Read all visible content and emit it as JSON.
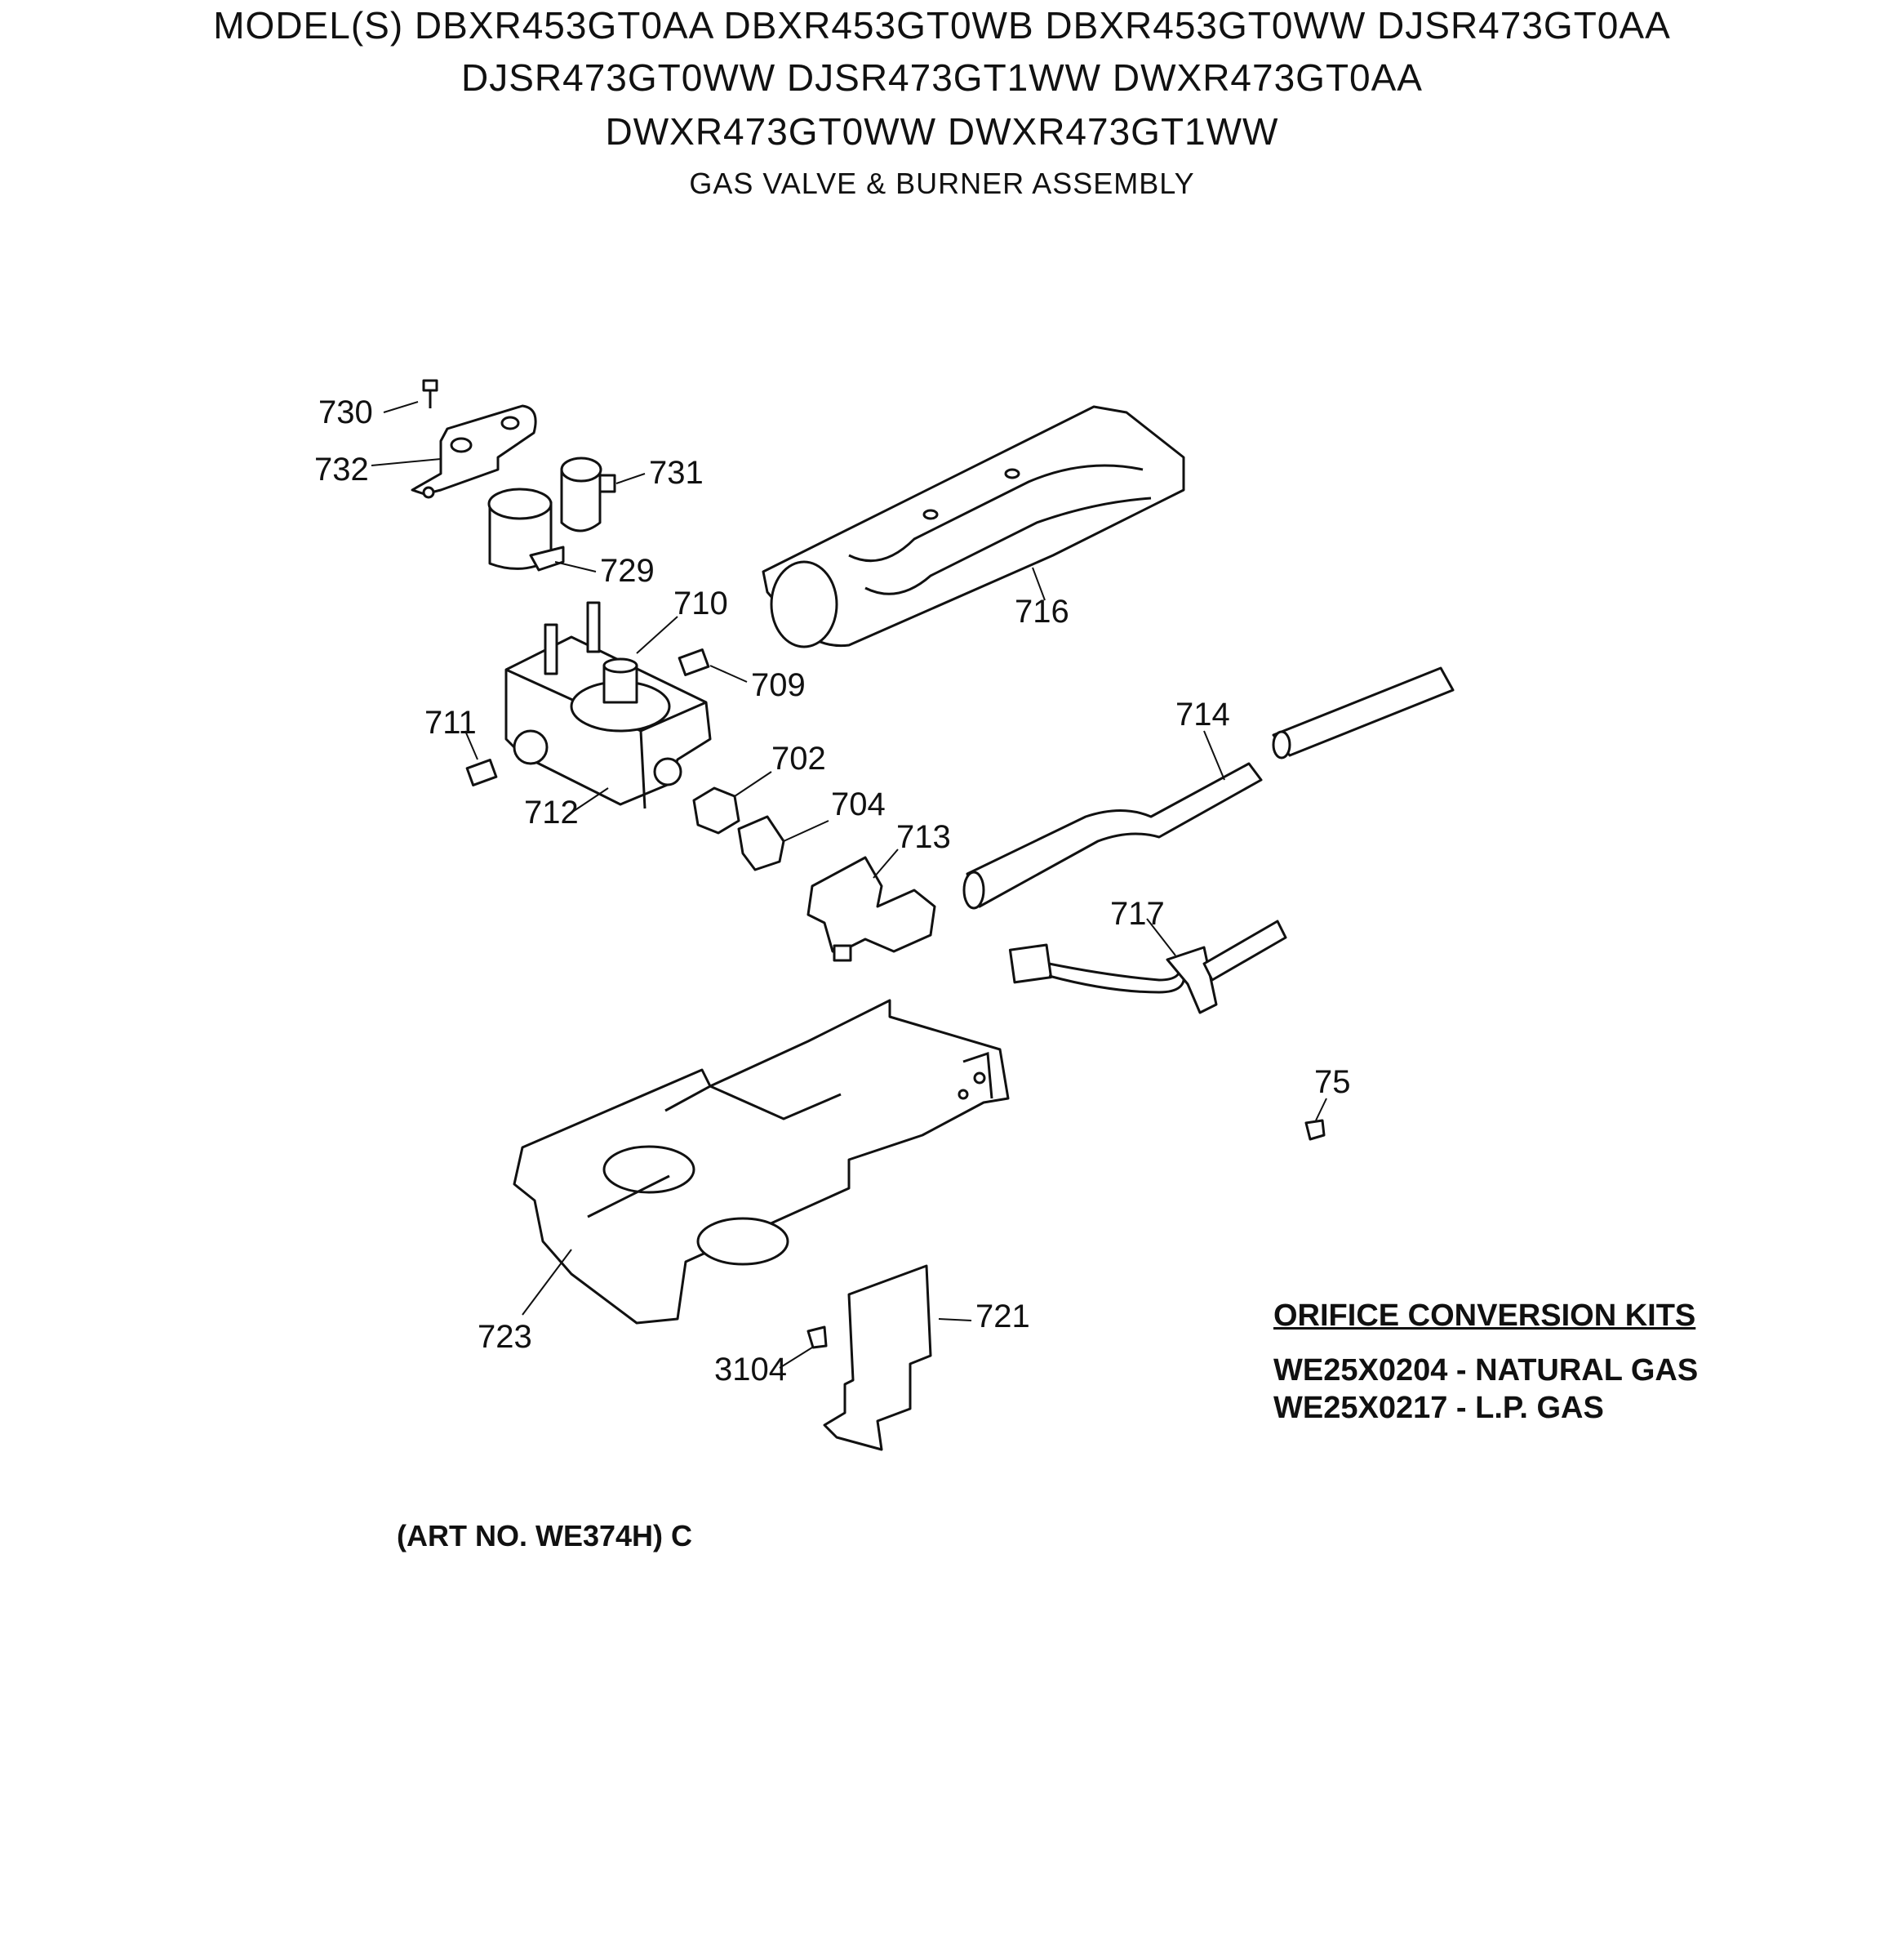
{
  "header": {
    "line1": "MODEL(S) DBXR453GT0AA  DBXR453GT0WB  DBXR453GT0WW  DJSR473GT0AA",
    "line2": "DJSR473GT0WW  DJSR473GT1WW  DWXR473GT0AA",
    "line3": "DWXR473GT0WW  DWXR473GT1WW",
    "subtitle": "GAS VALVE & BURNER ASSEMBLY"
  },
  "callouts": {
    "c730": "730",
    "c732": "732",
    "c731": "731",
    "c729": "729",
    "c710": "710",
    "c709": "709",
    "c711": "711",
    "c712": "712",
    "c702": "702",
    "c704": "704",
    "c713": "713",
    "c714": "714",
    "c716": "716",
    "c717": "717",
    "c75": "75",
    "c721": "721",
    "c723": "723",
    "c3104": "3104"
  },
  "kits": {
    "title": "ORIFICE CONVERSION KITS",
    "items": [
      "WE25X0204 - NATURAL GAS",
      "WE25X0217 - L.P. GAS"
    ]
  },
  "art_no": "(ART NO. WE374H) C"
}
